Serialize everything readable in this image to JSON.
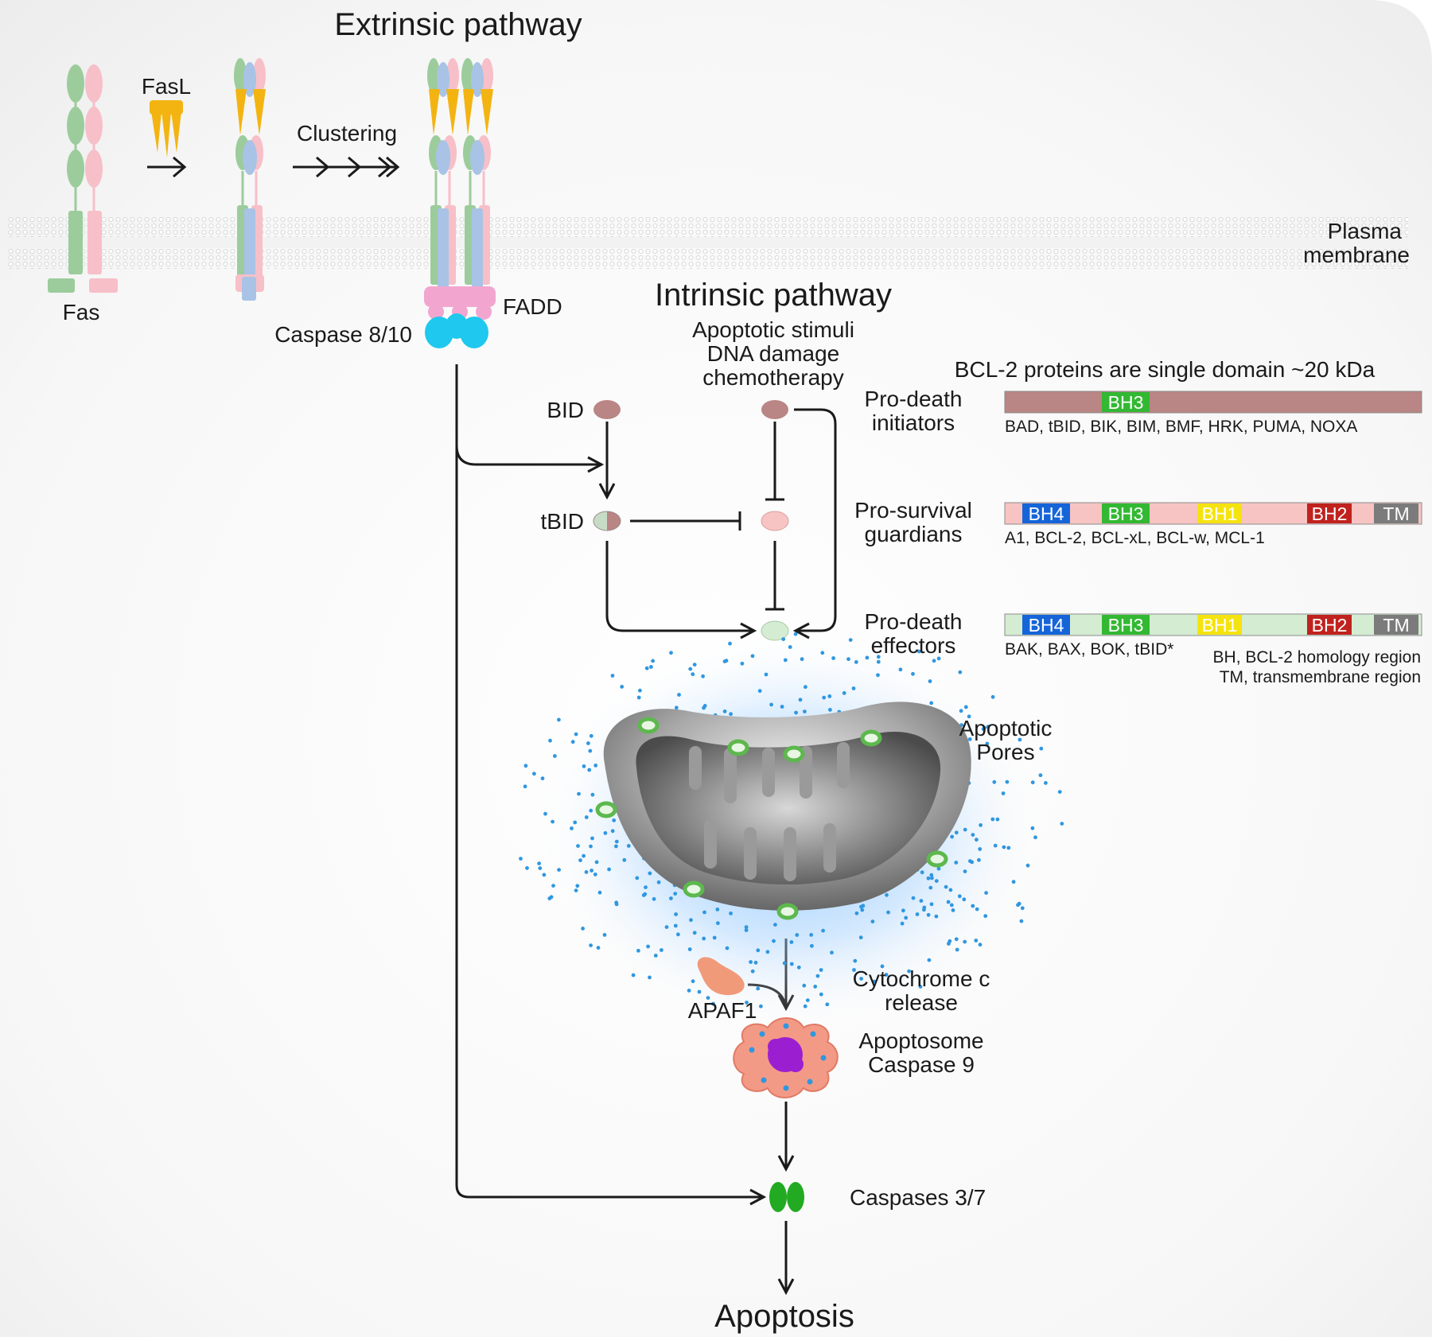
{
  "titles": {
    "extrinsic": "Extrinsic pathway",
    "intrinsic": "Intrinsic pathway",
    "apoptosis": "Apoptosis"
  },
  "extrinsic": {
    "fas": "Fas",
    "fasl": "FasL",
    "clustering": "Clustering",
    "fadd": "FADD",
    "caspase8": "Caspase 8/10",
    "membrane_line1": "Plasma",
    "membrane_line2": "membrane"
  },
  "intrinsic": {
    "bid": "BID",
    "tbid": "tBID",
    "stimuli_line1": "Apoptotic stimuli",
    "stimuli_line2": "DNA damage",
    "stimuli_line3": "chemotherapy",
    "pores_line1": "Apoptotic",
    "pores_line2": "Pores",
    "cytc_line1": "Cytochrome c",
    "cytc_line2": "release",
    "apaf1": "APAF1",
    "apoptosome_line1": "Apoptosome",
    "apoptosome_line2": "Caspase 9",
    "caspases37": "Caspases 3/7"
  },
  "bcl2": {
    "heading": "BCL-2 proteins are single domain ~20 kDa",
    "groups": [
      {
        "line1": "Pro-death",
        "line2": "initiators",
        "bar_color": "#b98585",
        "domains": [
          "BH3"
        ],
        "members": "BAD, tBID, BIK, BIM, BMF, HRK, PUMA, NOXA"
      },
      {
        "line1": "Pro-survival",
        "line2": "guardians",
        "bar_color": "#f7c3c3",
        "domains": [
          "BH4",
          "BH3",
          "BH1",
          "BH2",
          "TM"
        ],
        "members": "A1, BCL-2, BCL-xL, BCL-w, MCL-1"
      },
      {
        "line1": "Pro-death",
        "line2": "effectors",
        "bar_color": "#d4ecd2",
        "domains": [
          "BH4",
          "BH3",
          "BH1",
          "BH2",
          "TM"
        ],
        "members": "BAK, BAX, BOK, tBID*"
      }
    ],
    "footnote_line1": "BH, BCL-2 homology region",
    "footnote_line2": "TM, transmembrane region"
  },
  "colors": {
    "fas_green": "#9ccc9c",
    "fas_pink": "#f7bfc8",
    "fas_blue": "#a8c3e6",
    "fasl_yellow": "#f3b412",
    "caspase8_cyan": "#1ec8ee",
    "fadd_pink": "#f2a6cf",
    "bh4": "#1565d8",
    "bh3": "#33b833",
    "bh1": "#f5e30f",
    "bh2": "#c0221e",
    "tm": "#7b7b7b",
    "caspase37": "#22aa22",
    "apoptosome_purple": "#9b1fd1",
    "cytc_blue": "#2f97e0"
  }
}
